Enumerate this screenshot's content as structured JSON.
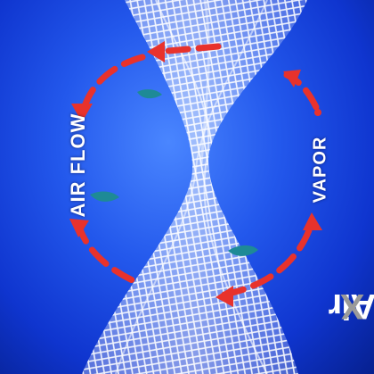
{
  "labels": {
    "air_flow": "AIR FLOW",
    "vapor": "VAPOR"
  },
  "logo": {
    "air": "Air",
    "x": "X"
  },
  "colors": {
    "background": "#1a46e0",
    "arrow": "#e8322c",
    "mesh": "#eef3ff",
    "droplet": "#1e8a96",
    "logo_x": "#9a9a9a"
  }
}
